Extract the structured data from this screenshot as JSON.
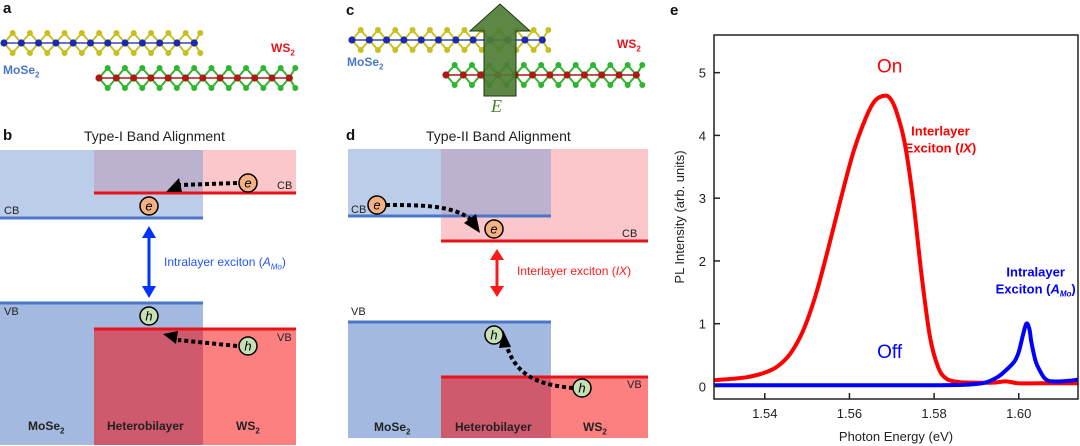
{
  "panels": {
    "a": {
      "letter": "a",
      "mose2_label": "MoSe",
      "mose2_sub": "2",
      "ws2_label": "WS",
      "ws2_sub": "2"
    },
    "b": {
      "letter": "b",
      "title": "Type-I Band Alignment",
      "cb_label_left": "CB",
      "cb_label_right": "CB",
      "vb_label_left": "VB",
      "vb_label_right": "VB",
      "electron": "e",
      "hole": "h",
      "exciton_text": "Intralayer exciton (",
      "exciton_symbol": "A",
      "exciton_sub": "Mo",
      "exciton_close": ")",
      "regions": [
        {
          "name": "MoSe",
          "sub": "2"
        },
        {
          "name": "Heterobilayer",
          "sub": ""
        },
        {
          "name": "WS",
          "sub": "2"
        }
      ]
    },
    "c": {
      "letter": "c",
      "mose2_label": "MoSe",
      "mose2_sub": "2",
      "ws2_label": "WS",
      "ws2_sub": "2",
      "field_label": "E"
    },
    "d": {
      "letter": "d",
      "title": "Type-II Band Alignment",
      "cb_label_left": "CB",
      "cb_label_right": "CB",
      "vb_label_left": "VB",
      "vb_label_right": "VB",
      "electron": "e",
      "hole": "h",
      "exciton_text": "Interlayer exciton (",
      "exciton_symbol": "IX",
      "exciton_close": ")",
      "regions": [
        {
          "name": "MoSe",
          "sub": "2"
        },
        {
          "name": "Heterobilayer",
          "sub": ""
        },
        {
          "name": "WS",
          "sub": "2"
        }
      ]
    },
    "e": {
      "letter": "e"
    }
  },
  "colors": {
    "mose2_blue": "#4a77c9",
    "ws2_red": "#e8131a",
    "blue_fill_light": "#bccdea",
    "blue_fill_dark": "#a3b9e0",
    "red_fill_light": "#fcc7cb",
    "red_fill_dark": "#fd8080",
    "overlap_top": "#bcb2cf",
    "overlap_bottom": "#cf5a6e",
    "electron_fill": "#f4b183",
    "hole_fill": "#c5e0b4",
    "field_arrow": "#4e7d35",
    "on_curve": "#ff0000",
    "off_curve": "#0000ff"
  },
  "chart_data": {
    "type": "line",
    "title": "",
    "xlabel": "Photon Energy (eV)",
    "ylabel": "PL Intensity (arb. units)",
    "xlim": [
      1.528,
      1.614
    ],
    "ylim": [
      -0.2,
      5.6
    ],
    "xticks": [
      1.54,
      1.56,
      1.58,
      1.6
    ],
    "xtick_labels": [
      "1.54",
      "1.56",
      "1.58",
      "1.60"
    ],
    "yticks": [
      0,
      1,
      2,
      3,
      4,
      5
    ],
    "ytick_labels": [
      "0",
      "1",
      "2",
      "3",
      "4",
      "5"
    ],
    "grid": false,
    "series": [
      {
        "name": "On",
        "color": "#ff0000",
        "x": [
          1.528,
          1.532,
          1.536,
          1.54,
          1.543,
          1.546,
          1.549,
          1.552,
          1.555,
          1.558,
          1.561,
          1.564,
          1.566,
          1.568,
          1.5695,
          1.571,
          1.573,
          1.575,
          1.577,
          1.579,
          1.581,
          1.583,
          1.586,
          1.59,
          1.594,
          1.597,
          1.6,
          1.605,
          1.61,
          1.614
        ],
        "y": [
          0.1,
          0.12,
          0.15,
          0.22,
          0.32,
          0.52,
          0.88,
          1.45,
          2.2,
          3.0,
          3.75,
          4.3,
          4.55,
          4.63,
          4.6,
          4.4,
          3.9,
          3.0,
          1.8,
          0.8,
          0.3,
          0.12,
          0.07,
          0.06,
          0.06,
          0.08,
          0.05,
          0.05,
          0.05,
          0.05
        ]
      },
      {
        "name": "Off",
        "color": "#0000ff",
        "x": [
          1.528,
          1.54,
          1.56,
          1.58,
          1.588,
          1.592,
          1.595,
          1.597,
          1.599,
          1.6,
          1.601,
          1.6018,
          1.6025,
          1.603,
          1.604,
          1.605,
          1.606,
          1.607,
          1.608,
          1.61,
          1.612,
          1.614
        ],
        "y": [
          0.02,
          0.02,
          0.02,
          0.02,
          0.03,
          0.06,
          0.15,
          0.26,
          0.4,
          0.55,
          0.82,
          1.0,
          0.92,
          0.7,
          0.4,
          0.25,
          0.14,
          0.09,
          0.08,
          0.08,
          0.09,
          0.11
        ]
      }
    ],
    "annotations": [
      {
        "text": "On",
        "color": "#ff0000",
        "x": 1.5695,
        "y": 5.0
      },
      {
        "text": "Interlayer",
        "text2": "Exciton (",
        "italic": "IX",
        "close": ")",
        "color": "#ff0000",
        "x": 1.5815,
        "y": 4.0
      },
      {
        "text": "Intralayer",
        "text2": "Exciton (",
        "italic": "A",
        "sub": "Mo",
        "close": ")",
        "color": "#0000ff",
        "x": 1.604,
        "y": 1.75
      },
      {
        "text": "Off",
        "color": "#0000ff",
        "x": 1.5695,
        "y": 0.45
      }
    ]
  }
}
